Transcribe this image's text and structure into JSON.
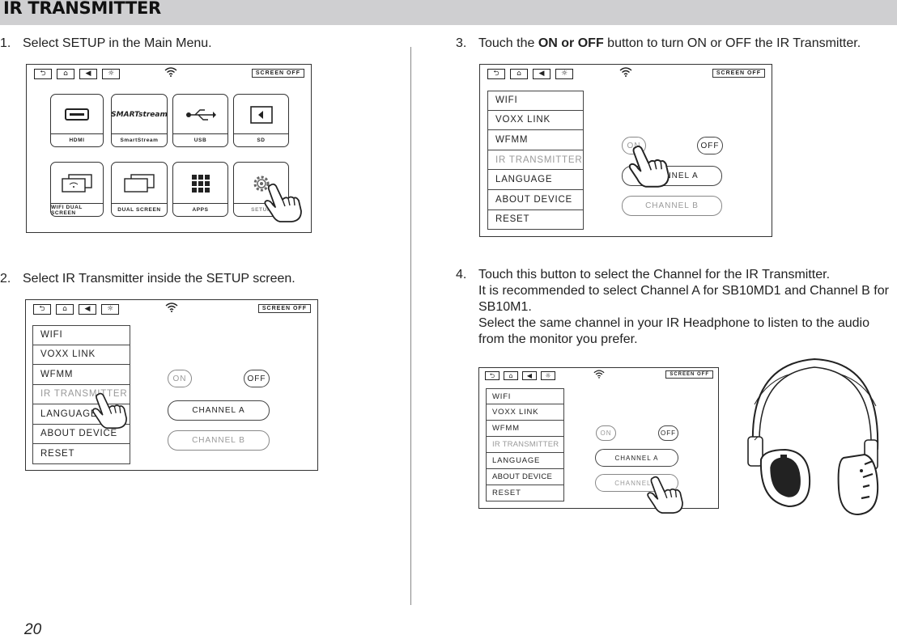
{
  "header": {
    "title": "IR TRANSMITTER"
  },
  "page_number": "20",
  "steps": [
    {
      "num": "1.",
      "text": "Select SETUP in the Main Menu."
    },
    {
      "num": "2.",
      "text": "Select IR Transmitter inside the SETUP screen."
    },
    {
      "num": "3.",
      "text_before": "Touch the ",
      "bold": "ON or OFF",
      "text_after": " button to turn ON or OFF the IR Transmitter."
    },
    {
      "num": "4.",
      "lines": [
        "Touch this button to select the Channel for the IR Transmitter.",
        "It is recommended to select Channel A for SB10MD1 and Channel B for",
        "SB10M1.",
        "Select the same channel in your IR Headphone to listen to the audio",
        "from the monitor you prefer."
      ]
    }
  ],
  "screen": {
    "screen_off": "SCREEN OFF",
    "main_tiles": [
      "HDMI",
      "SmartStream",
      "USB",
      "SD",
      "WIFI DUAL SCREEN",
      "DUAL SCREEN",
      "APPS",
      "SETUP"
    ],
    "smart_logo": "SMARTstream",
    "menu": [
      "WIFI",
      "VOXX LINK",
      "WFMM",
      "IR TRANSMITTER",
      "LANGUAGE",
      "ABOUT DEVICE",
      "RESET"
    ],
    "on": "ON",
    "off": "OFF",
    "channel_a": "CHANNEL A",
    "channel_b": "CHANNEL B"
  }
}
